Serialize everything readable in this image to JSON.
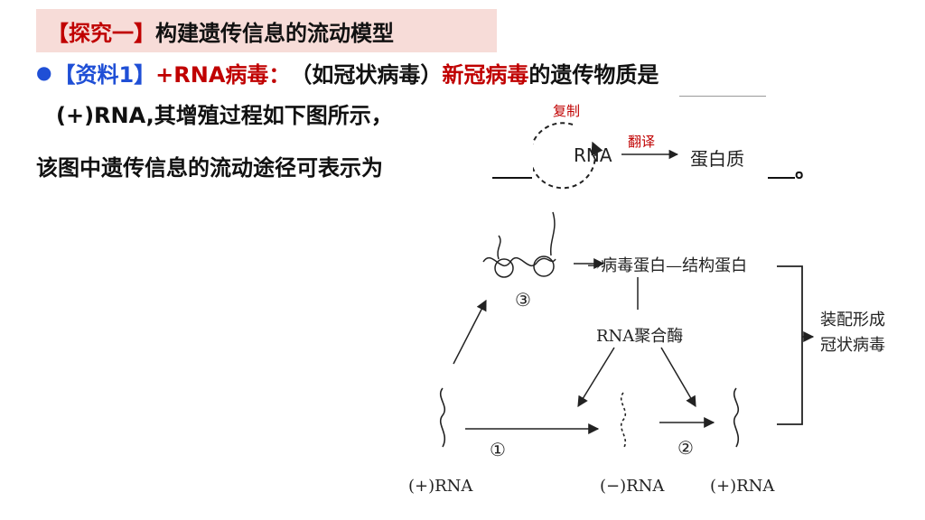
{
  "header": {
    "bracket_title": "【探究一】",
    "title_rest": "构建遗传信息的流动模型"
  },
  "material": {
    "bullet": "●",
    "tag": "【资料1】",
    "virus_type": "+RNA病毒：",
    "paren_open": "（如冠状病毒）",
    "covid": "新冠病毒",
    "tail": "的遗传物质是",
    "line2": "(+)RNA,其增殖过程如下图所示，",
    "line3": "该图中遗传信息的流动途径可表示为",
    "period": "。"
  },
  "flow": {
    "copy_label": "复制",
    "translate_label": "翻译",
    "rna_label": "RNA",
    "protein_label": "蛋白质"
  },
  "diagram": {
    "virus_protein": "→病毒蛋白—结构蛋白",
    "rna_polymerase": "RNA聚合酶",
    "assemble_line1": "装配形成",
    "assemble_line2": "冠状病毒",
    "step1": "①",
    "step2": "②",
    "step3": "③",
    "plus_rna_left": "(+)RNA",
    "minus_rna": "(−)RNA",
    "plus_rna_right": "(+)RNA"
  },
  "colors": {
    "red": "#c00000",
    "blue": "#1f4fd6",
    "title_bg": "#f7dcd8"
  }
}
